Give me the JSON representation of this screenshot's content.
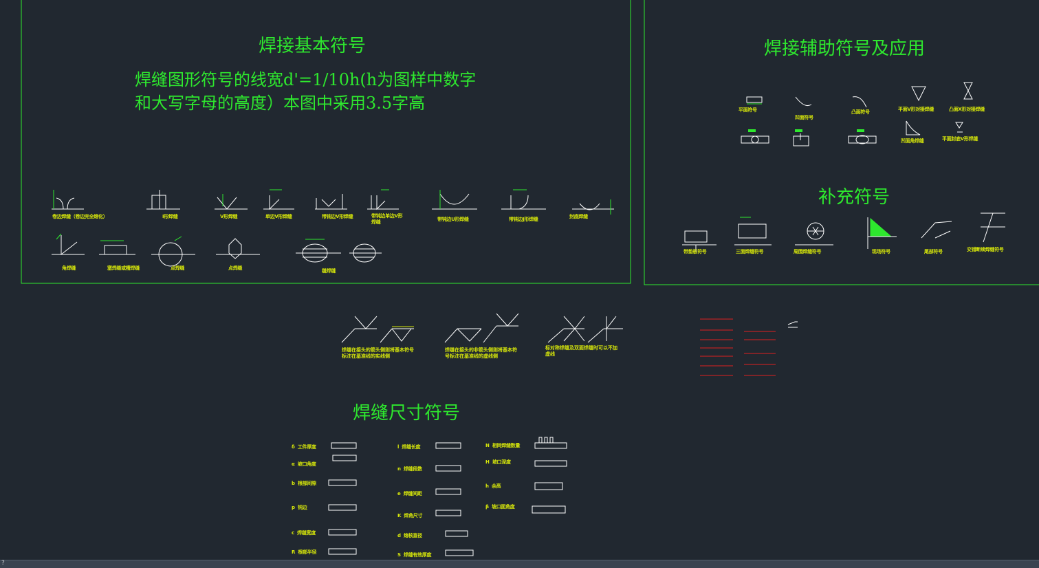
{
  "titles": {
    "basic": "焊接基本符号",
    "note_line1": "焊缝图形符号的线宽d'=1/10h(h为图样中数字",
    "note_line2": "和大写字母的高度）本图中采用3.5字高",
    "auxiliary": "焊接辅助符号及应用",
    "supplementary": "补充符号",
    "dimension": "焊缝尺寸符号"
  },
  "basic_labels": [
    "卷边焊缝（卷边完全熔化）",
    "I形焊缝",
    "V形焊缝",
    "单边V形焊缝",
    "带钝边V形焊缝",
    "带钝边单边V形焊缝",
    "带钝边U形焊缝",
    "带钝边J形焊缝",
    "封底焊缝",
    "角焊缝",
    "塞焊缝或槽焊缝",
    "点焊缝",
    "点焊缝",
    "缝焊缝"
  ],
  "aux_labels": [
    "平面符号",
    "凹面符号",
    "凸面符号",
    "平面V形对接焊缝",
    "凸面X形对接焊缝",
    "凹面角焊缝",
    "平面封底V形焊缝"
  ],
  "supp_labels": [
    "带垫板符号",
    "三面焊缝符号",
    "周围焊缝符号",
    "现场符号",
    "尾部符号",
    "交错断续焊缝符号"
  ],
  "arrow_notes": [
    "焊缝在接头的箭头侧则将基本符号",
    "标注在基准线的实线侧",
    "焊缝在接头的非箭头侧则将基本符",
    "号标注在基准线的虚线侧",
    "标对称焊缝及双面焊缝时可以不加",
    "虚线"
  ],
  "dim_labels": [
    "工件厚度",
    "坡口角度",
    "根部间隙",
    "钝边",
    "焊缝宽度",
    "根部半径",
    "焊缝长度",
    "焊缝段数",
    "焊缝间距",
    "焊角尺寸",
    "熔核直径",
    "焊缝有效厚度",
    "相同焊缝数量",
    "坡口深度",
    "余高",
    "坡口面角度"
  ],
  "dim_letters": [
    "δ",
    "α",
    "b",
    "p",
    "c",
    "R",
    "l",
    "n",
    "e",
    "K",
    "d",
    "S",
    "N",
    "H",
    "h",
    "β"
  ],
  "status": "?",
  "colors": {
    "background": "#212830",
    "frame": "#2ee82e",
    "text": "#d8e80a",
    "symbol": "#ffffff",
    "baseline_dash": "#e02020"
  }
}
